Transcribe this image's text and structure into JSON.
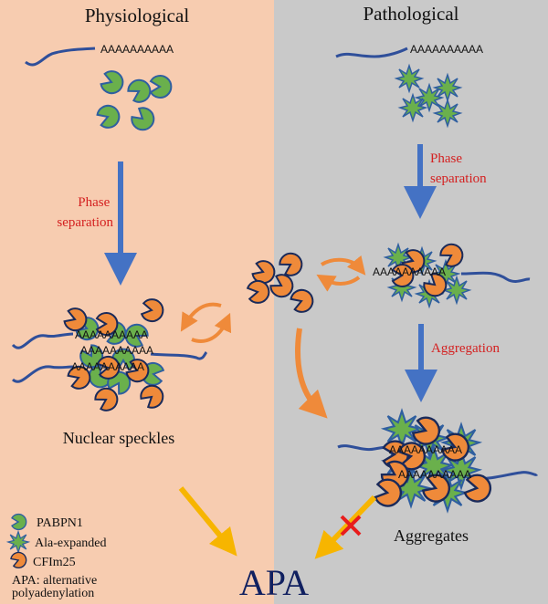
{
  "panels": {
    "left": {
      "title": "Physiological",
      "background": "#f7ccb0"
    },
    "right": {
      "title": "Pathological",
      "background": "#c9c9c9"
    }
  },
  "rna": {
    "poly_a_tail": "AAAAAAAAAA"
  },
  "steps": {
    "left_phase_separation": [
      "Phase",
      "separation"
    ],
    "right_phase_separation": [
      "Phase",
      "separation"
    ],
    "aggregation": "Aggregation"
  },
  "states": {
    "nuclear_speckles": "Nuclear speckles",
    "aggregates": "Aggregates"
  },
  "outcome": {
    "label": "APA",
    "blocked_from_aggregates": true
  },
  "legend": {
    "items": [
      {
        "icon": "pac-shape-green",
        "label": "PABPN1",
        "color": "#6ab04c"
      },
      {
        "icon": "starburst-green",
        "label": "Ala-expanded",
        "color": "#6ab04c"
      },
      {
        "icon": "pac-shape-orange",
        "label": "CFIm25",
        "color": "#ef8a3a"
      }
    ],
    "note_lines": [
      "APA: alternative",
      "polyadenylation"
    ]
  },
  "colors": {
    "rna_strand": "#2f4f9a",
    "process_arrow": "#4472c4",
    "exchange_arrow": "#ef8a3a",
    "outcome_arrow": "#f7b500",
    "block_mark": "#e81c1c",
    "step_text": "#d42020",
    "apa_text": "#102060"
  }
}
